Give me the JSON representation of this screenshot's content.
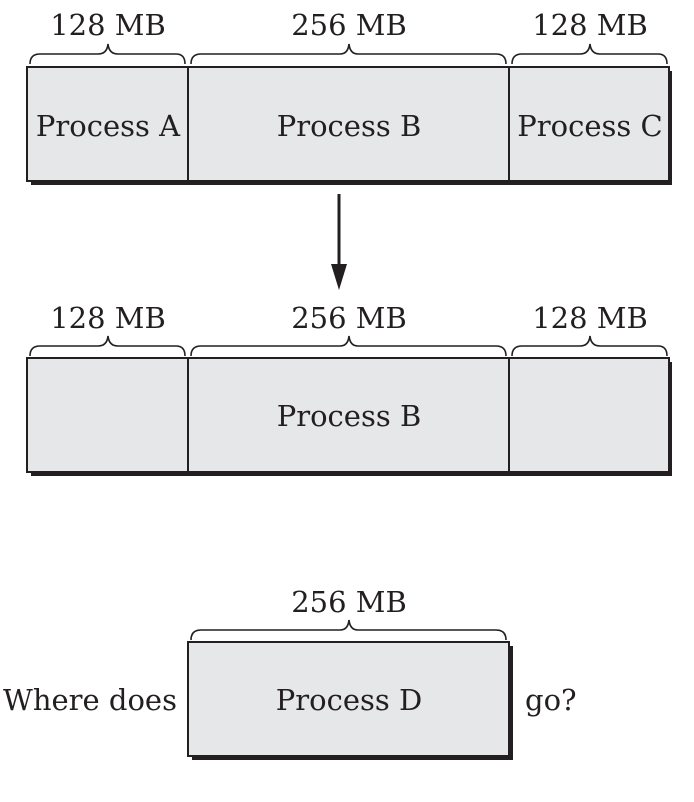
{
  "before": {
    "sizes": [
      "128 MB",
      "256 MB",
      "128 MB"
    ],
    "processes": [
      "Process A",
      "Process B",
      "Process C"
    ]
  },
  "after": {
    "sizes": [
      "128 MB",
      "256 MB",
      "128 MB"
    ],
    "processes": [
      "",
      "Process B",
      ""
    ]
  },
  "incoming": {
    "size": "256 MB",
    "process": "Process D",
    "question_prefix": "Where does",
    "question_suffix": "go?"
  },
  "colors": {
    "box_fill": "#e6e7e8",
    "ink": "#231f20"
  }
}
